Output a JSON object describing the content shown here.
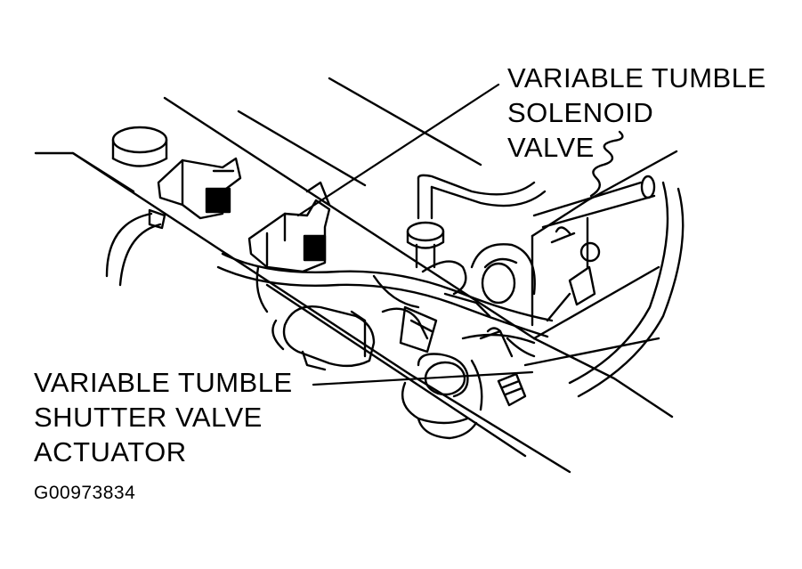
{
  "callouts": {
    "solenoid_valve": {
      "lines": [
        "VARIABLE TUMBLE",
        "SOLENOID",
        "VALVE"
      ]
    },
    "shutter_valve_actuator": {
      "lines": [
        "VARIABLE TUMBLE",
        "SHUTTER VALVE",
        "ACTUATOR"
      ]
    }
  },
  "figure_id": "G00973834",
  "colors": {
    "ink": "#000000",
    "paper": "#ffffff"
  }
}
